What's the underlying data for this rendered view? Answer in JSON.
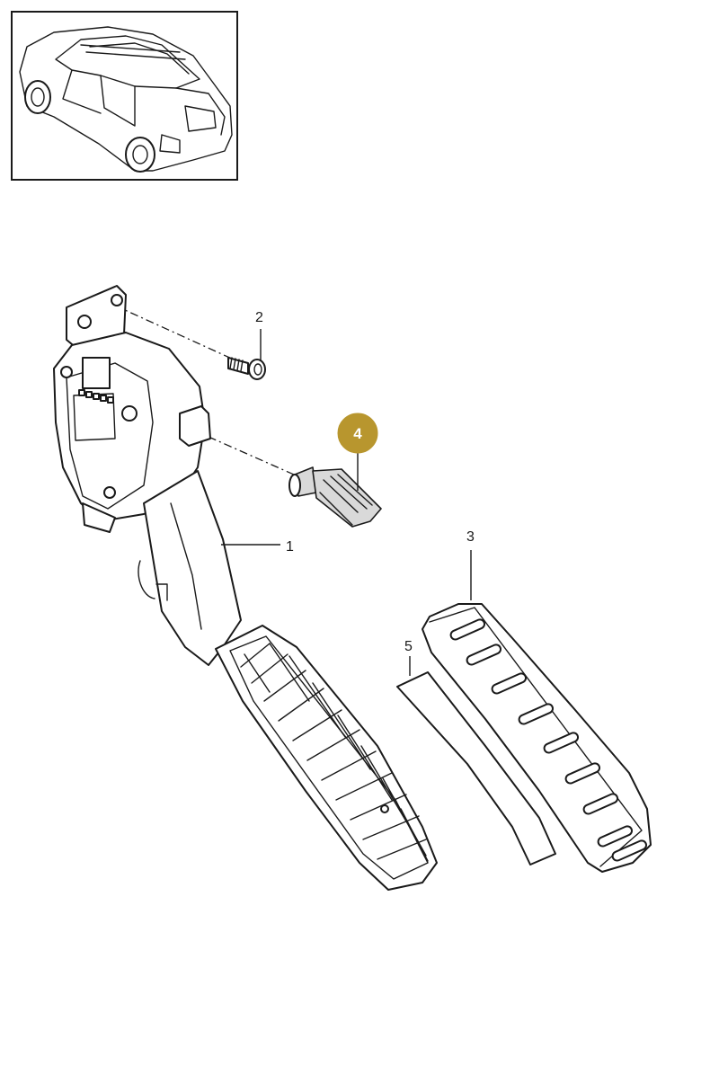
{
  "callouts": [
    {
      "id": "part-1",
      "label": "1"
    },
    {
      "id": "part-2",
      "label": "2"
    },
    {
      "id": "part-3",
      "label": "3"
    },
    {
      "id": "part-4",
      "label": "4",
      "highlighted": true
    },
    {
      "id": "part-5",
      "label": "5"
    }
  ],
  "colors": {
    "line": "#1a1a1a",
    "background": "#ffffff",
    "highlight_badge": "#b8962e"
  }
}
